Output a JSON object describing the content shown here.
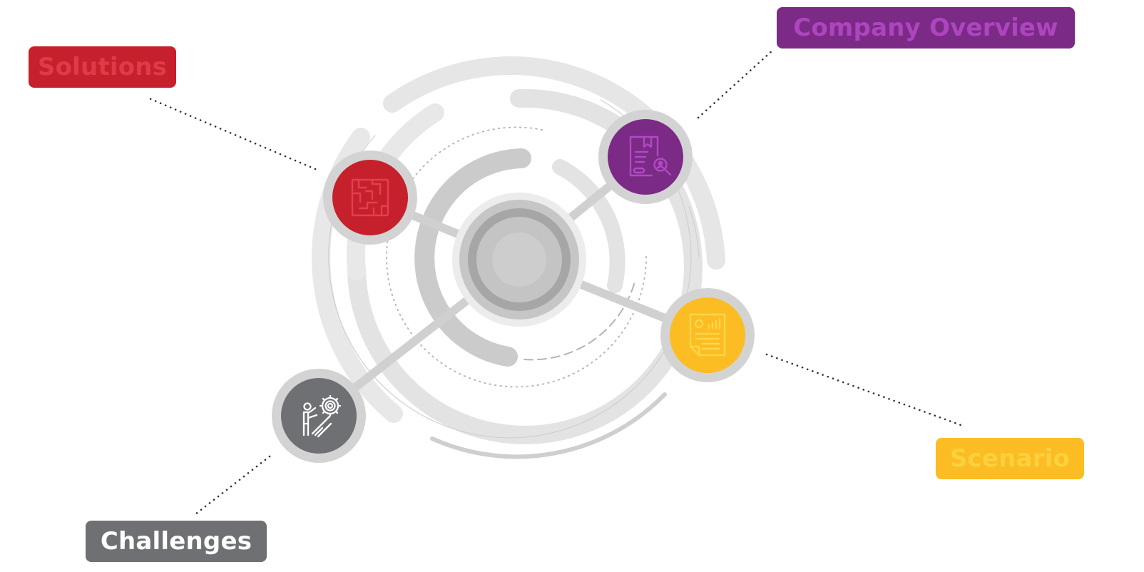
{
  "labels": {
    "company_overview": "Company Overview",
    "solutions": "Solutions",
    "scenario": "Scenario",
    "challenges": "Challenges"
  },
  "colors": {
    "purple": "#7b2a86",
    "purple_text": "#ad45bf",
    "red": "#c5202b",
    "red_text": "#e03a48",
    "yellow": "#fbbd23",
    "yellow_text": "#fbd13d",
    "gray": "#6f7073",
    "ring_light": "#e6e6e6",
    "ring_mid": "#cccccc"
  },
  "icons": {
    "company_overview": "document-search-icon",
    "solutions": "maze-icon",
    "scenario": "report-chart-icon",
    "challenges": "person-pushing-gear-icon"
  }
}
